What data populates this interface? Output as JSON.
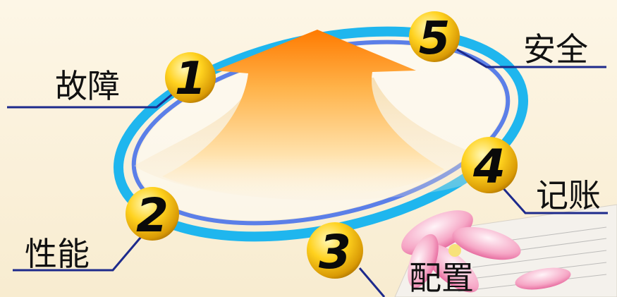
{
  "colors": {
    "background_top": "#fdf6e6",
    "background_bottom": "#f8ecd0",
    "ring_outer": "#1fb6ee",
    "ring_inner": "#5b7fe8",
    "leader_line": "#1d2a8c",
    "arrow_top": "#ff8a12",
    "arrow_bottom": "#fff2d6",
    "badge_gold": "#f4c21a",
    "badge_highlight": "#fff6b0"
  },
  "items": [
    {
      "number": "1",
      "label": "故障"
    },
    {
      "number": "2",
      "label": "性能"
    },
    {
      "number": "3",
      "label": "配置"
    },
    {
      "number": "4",
      "label": "记账"
    },
    {
      "number": "5",
      "label": "安全"
    }
  ],
  "decorations": {
    "central_graphic": "upward-arrow",
    "corner_graphic": "pink-flower-and-paper"
  }
}
